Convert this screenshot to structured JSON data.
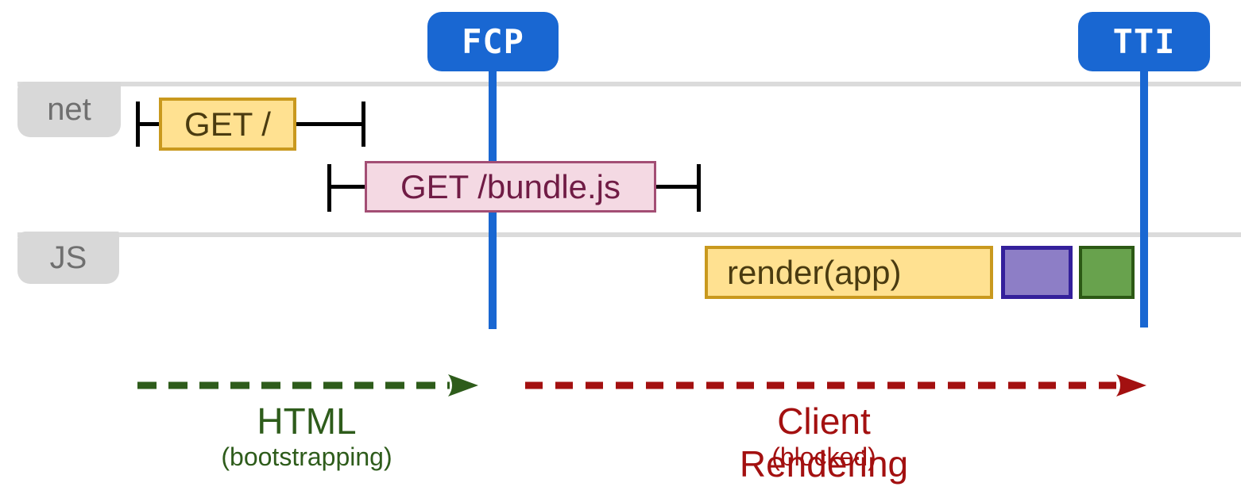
{
  "badges": {
    "fcp": "FCP",
    "tti": "TTI"
  },
  "lanes": {
    "net": "net",
    "js": "JS"
  },
  "requests": {
    "get_root": "GET /",
    "get_bundle": "GET /bundle.js"
  },
  "js_tasks": {
    "render_app": "render(app)"
  },
  "phases": {
    "html": {
      "title": "HTML",
      "subtitle": "(bootstrapping)"
    },
    "client_rendering": {
      "title": "Client Rendering",
      "subtitle": "(blocked)"
    }
  },
  "colors": {
    "accent-blue": "#1967D2",
    "lane-line": "#DBDBDB",
    "tab-bg": "#D8D8D8",
    "tab-text": "#6F6F6F",
    "task-yellow-bg": "#FFE191",
    "task-yellow-border": "#C9991E",
    "task-yellow-text": "#4A3B10",
    "req-pink-bg": "#F4D9E3",
    "req-pink-border": "#A34E74",
    "req-pink-text": "#701C45",
    "task-purple-bg": "#8D7EC6",
    "task-purple-border": "#34209B",
    "task-green-bg": "#68A24D",
    "task-green-border": "#2C5915",
    "phase-green": "#2E5C1B",
    "phase-red": "#A31010",
    "whisker": "#000000"
  }
}
